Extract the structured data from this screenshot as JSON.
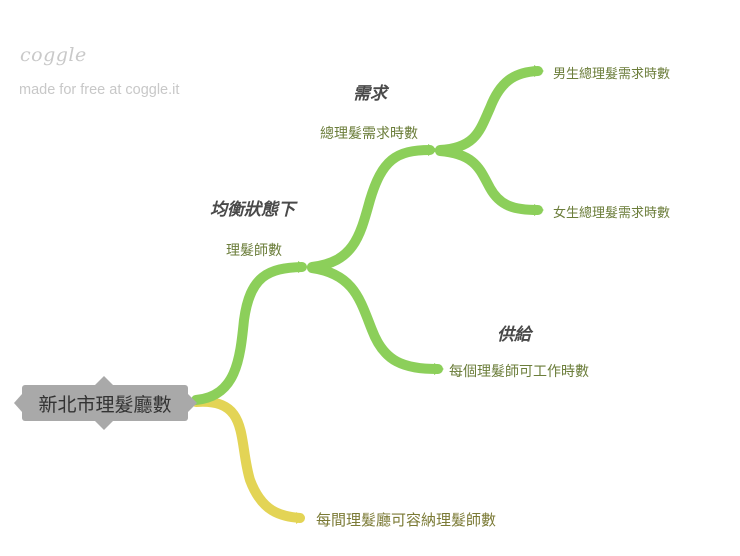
{
  "watermark": {
    "logo": "coggle",
    "subtitle": "made for free at coggle.it"
  },
  "colors": {
    "green_branch": "#8ccf5a",
    "yellow_branch": "#e3d455",
    "root_bg": "#a9a9a9",
    "label_green": "#6b7d3a",
    "label_yellow": "#7b7a35",
    "note_text": "#4a4a4a"
  },
  "mindmap": {
    "root": {
      "label": "新北市理髮廳數"
    },
    "branches": [
      {
        "label": "理髮師數",
        "note": "均衡狀態下",
        "children": [
          {
            "label": "總理髮需求時數",
            "note": "需求",
            "children": [
              {
                "label": "男生總理髮需求時數"
              },
              {
                "label": "女生總理髮需求時數"
              }
            ]
          },
          {
            "label": "每個理髮師可工作時數",
            "note": "供給"
          }
        ]
      },
      {
        "label": "每間理髮廳可容納理髮師數"
      }
    ]
  }
}
